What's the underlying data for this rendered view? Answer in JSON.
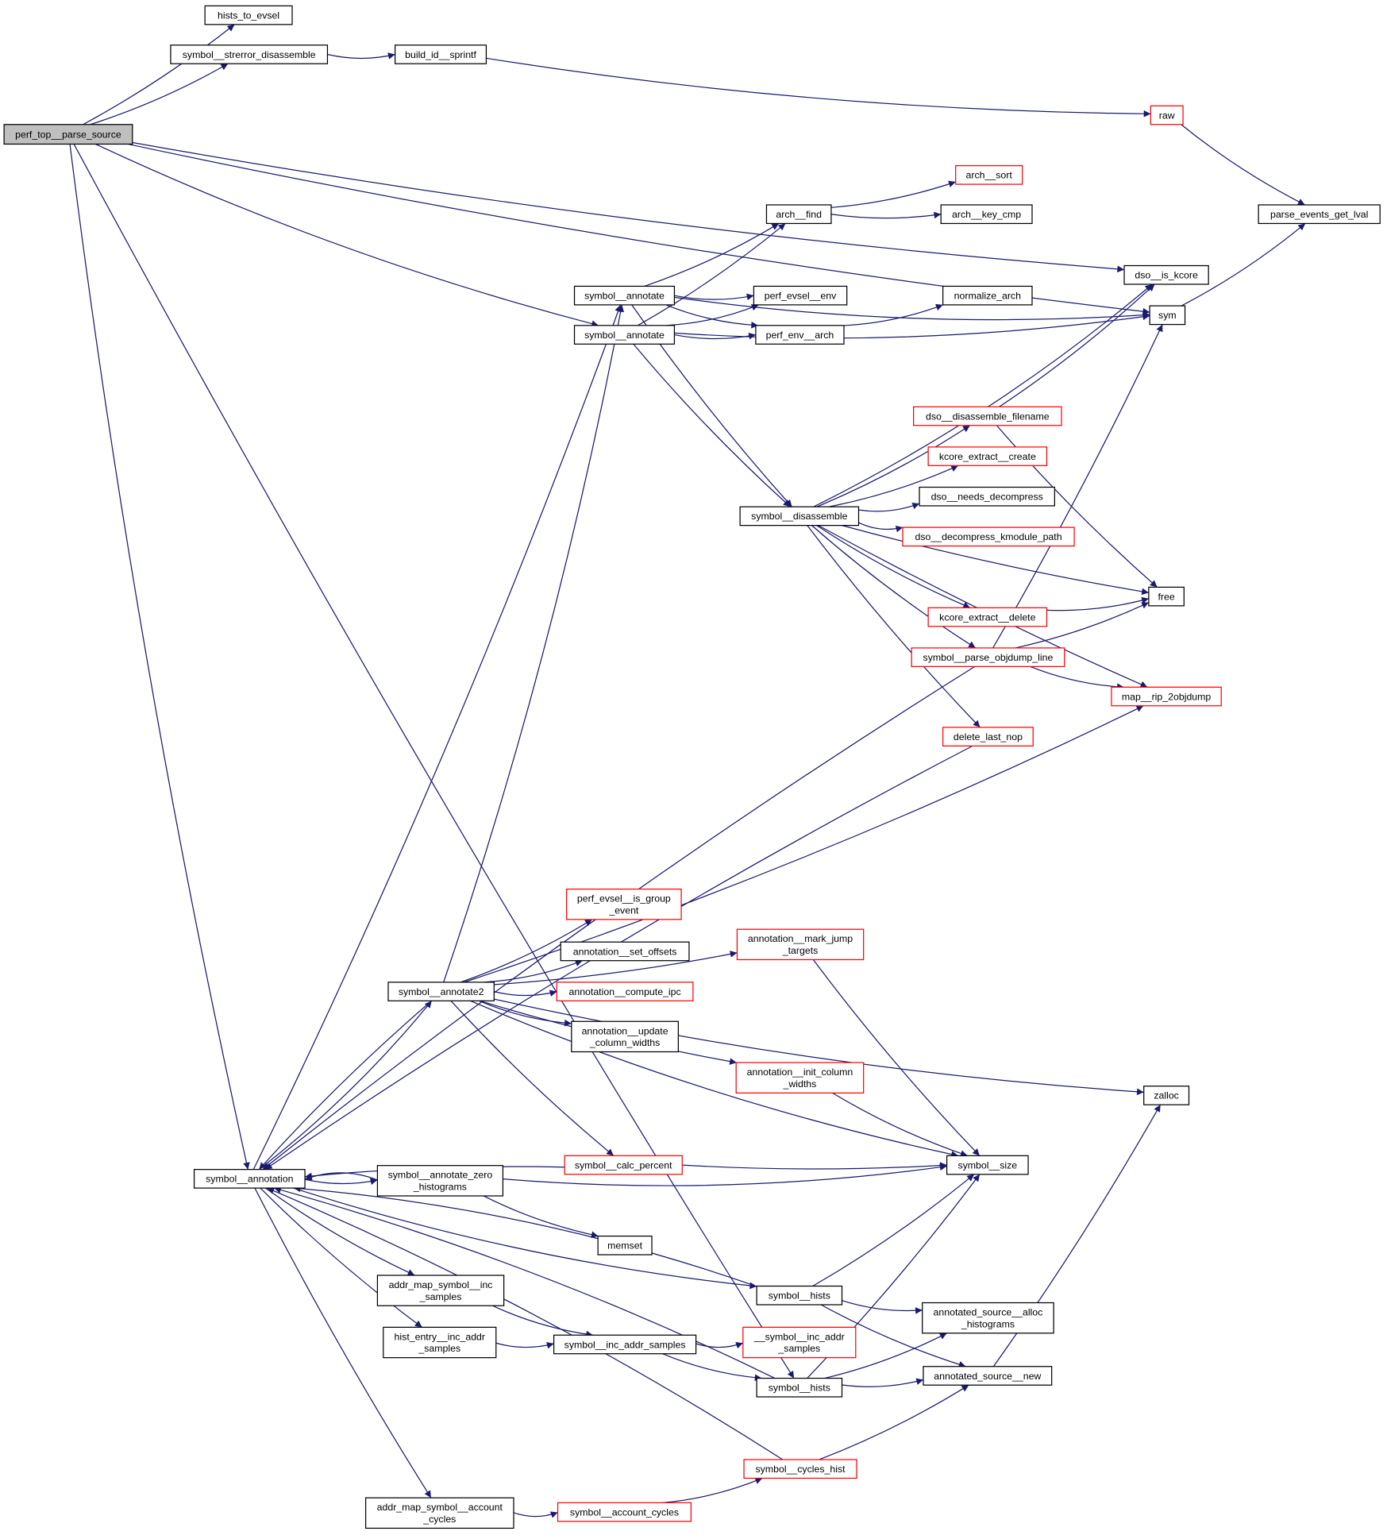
{
  "title": "perf_top__parse_source call graph",
  "colors": {
    "edge": "#191970",
    "node_border": "#000000",
    "node_border_undocumented": "#ff0000",
    "root_fill": "#bfbfbf",
    "node_fill": "#ffffff"
  },
  "nodes": {
    "root": {
      "lines": [
        "perf_top__parse_source"
      ],
      "kind": "root"
    },
    "hists_to_evsel": {
      "lines": [
        "hists_to_evsel"
      ],
      "kind": "normal"
    },
    "strerror_dis": {
      "lines": [
        "symbol__strerror_disassemble"
      ],
      "kind": "normal"
    },
    "build_id": {
      "lines": [
        "build_id__sprintf"
      ],
      "kind": "normal"
    },
    "raw": {
      "lines": [
        "raw"
      ],
      "kind": "red"
    },
    "parse_events": {
      "lines": [
        "parse_events_get_lval"
      ],
      "kind": "normal"
    },
    "arch_sort": {
      "lines": [
        "arch__sort"
      ],
      "kind": "red"
    },
    "arch_find": {
      "lines": [
        "arch__find"
      ],
      "kind": "normal"
    },
    "arch_key_cmp": {
      "lines": [
        "arch__key_cmp"
      ],
      "kind": "normal"
    },
    "dso_is_kcore": {
      "lines": [
        "dso__is_kcore"
      ],
      "kind": "normal"
    },
    "symbol_annotate_a": {
      "lines": [
        "symbol__annotate"
      ],
      "kind": "normal"
    },
    "perf_evsel_env": {
      "lines": [
        "perf_evsel__env"
      ],
      "kind": "normal"
    },
    "normalize_arch": {
      "lines": [
        "normalize_arch"
      ],
      "kind": "normal"
    },
    "sym": {
      "lines": [
        "sym"
      ],
      "kind": "normal"
    },
    "symbol_annotate_b": {
      "lines": [
        "symbol__annotate"
      ],
      "kind": "normal"
    },
    "perf_env_arch": {
      "lines": [
        "perf_env__arch"
      ],
      "kind": "normal"
    },
    "dso_dis_filename": {
      "lines": [
        "dso__disassemble_filename"
      ],
      "kind": "red"
    },
    "kcore_create": {
      "lines": [
        "kcore_extract__create"
      ],
      "kind": "red"
    },
    "symbol_disassemble": {
      "lines": [
        "symbol__disassemble"
      ],
      "kind": "normal"
    },
    "dso_needs_decompress": {
      "lines": [
        "dso__needs_decompress"
      ],
      "kind": "normal"
    },
    "dso_decompress_kmod": {
      "lines": [
        "dso__decompress_kmodule_path"
      ],
      "kind": "red"
    },
    "free": {
      "lines": [
        "free"
      ],
      "kind": "normal"
    },
    "kcore_delete": {
      "lines": [
        "kcore_extract__delete"
      ],
      "kind": "red"
    },
    "parse_objdump": {
      "lines": [
        "symbol__parse_objdump_line"
      ],
      "kind": "red"
    },
    "map_rip": {
      "lines": [
        "map__rip_2objdump"
      ],
      "kind": "red"
    },
    "delete_last_nop": {
      "lines": [
        "delete_last_nop"
      ],
      "kind": "red"
    },
    "is_group_event": {
      "lines": [
        "perf_evsel__is_group",
        "_event"
      ],
      "kind": "red"
    },
    "mark_jump": {
      "lines": [
        "annotation__mark_jump",
        "_targets"
      ],
      "kind": "red"
    },
    "set_offsets": {
      "lines": [
        "annotation__set_offsets"
      ],
      "kind": "normal"
    },
    "symbol_annotate2": {
      "lines": [
        "symbol__annotate2"
      ],
      "kind": "normal"
    },
    "compute_ipc": {
      "lines": [
        "annotation__compute_ipc"
      ],
      "kind": "red"
    },
    "update_col": {
      "lines": [
        "annotation__update",
        "_column_widths"
      ],
      "kind": "normal"
    },
    "init_col": {
      "lines": [
        "annotation__init_column",
        "_widths"
      ],
      "kind": "red"
    },
    "zalloc": {
      "lines": [
        "zalloc"
      ],
      "kind": "normal"
    },
    "calc_percent": {
      "lines": [
        "symbol__calc_percent"
      ],
      "kind": "red"
    },
    "symbol_size": {
      "lines": [
        "symbol__size"
      ],
      "kind": "normal"
    },
    "symbol_annotation": {
      "lines": [
        "symbol__annotation"
      ],
      "kind": "normal"
    },
    "zero_hist": {
      "lines": [
        "symbol__annotate_zero",
        "_histograms"
      ],
      "kind": "normal"
    },
    "memset": {
      "lines": [
        "memset"
      ],
      "kind": "normal"
    },
    "addr_map_inc": {
      "lines": [
        "addr_map_symbol__inc",
        "_samples"
      ],
      "kind": "normal"
    },
    "symbol_hists_a": {
      "lines": [
        "symbol__hists"
      ],
      "kind": "normal"
    },
    "alloc_hist": {
      "lines": [
        "annotated_source__alloc",
        "_histograms"
      ],
      "kind": "normal"
    },
    "hist_entry_inc": {
      "lines": [
        "hist_entry__inc_addr",
        "_samples"
      ],
      "kind": "normal"
    },
    "inc_addr_samples": {
      "lines": [
        "symbol__inc_addr_samples"
      ],
      "kind": "normal"
    },
    "__inc_addr": {
      "lines": [
        "__symbol__inc_addr",
        "_samples"
      ],
      "kind": "red"
    },
    "symbol_hists_b": {
      "lines": [
        "symbol__hists"
      ],
      "kind": "normal"
    },
    "annotated_new": {
      "lines": [
        "annotated_source__new"
      ],
      "kind": "normal"
    },
    "cycles_hist": {
      "lines": [
        "symbol__cycles_hist"
      ],
      "kind": "red"
    },
    "addr_map_account": {
      "lines": [
        "addr_map_symbol__account",
        "_cycles"
      ],
      "kind": "normal"
    },
    "account_cycles": {
      "lines": [
        "symbol__account_cycles"
      ],
      "kind": "red"
    }
  },
  "edges": [
    [
      "root",
      "hists_to_evsel"
    ],
    [
      "root",
      "strerror_dis"
    ],
    [
      "root",
      "dso_is_kcore"
    ],
    [
      "root",
      "sym"
    ],
    [
      "root",
      "symbol_annotate_b"
    ],
    [
      "root",
      "symbol_annotation"
    ],
    [
      "root",
      "symbol_hists_b"
    ],
    [
      "strerror_dis",
      "build_id"
    ],
    [
      "build_id",
      "raw"
    ],
    [
      "raw",
      "parse_events"
    ],
    [
      "sym",
      "parse_events"
    ],
    [
      "arch_find",
      "arch_sort"
    ],
    [
      "arch_find",
      "arch_key_cmp"
    ],
    [
      "symbol_annotate_a",
      "arch_find"
    ],
    [
      "symbol_annotate_a",
      "perf_evsel_env"
    ],
    [
      "symbol_annotate_a",
      "perf_env_arch"
    ],
    [
      "symbol_annotate_a",
      "sym"
    ],
    [
      "symbol_annotate_a",
      "symbol_disassemble"
    ],
    [
      "symbol_annotate_b",
      "arch_find"
    ],
    [
      "symbol_annotate_b",
      "perf_evsel_env"
    ],
    [
      "symbol_annotate_b",
      "perf_env_arch"
    ],
    [
      "symbol_annotate_b",
      "sym"
    ],
    [
      "symbol_annotate_b",
      "symbol_disassemble"
    ],
    [
      "perf_env_arch",
      "normalize_arch"
    ],
    [
      "symbol_disassemble",
      "dso_is_kcore"
    ],
    [
      "symbol_disassemble",
      "dso_dis_filename"
    ],
    [
      "symbol_disassemble",
      "kcore_create"
    ],
    [
      "symbol_disassemble",
      "dso_needs_decompress"
    ],
    [
      "symbol_disassemble",
      "dso_decompress_kmod"
    ],
    [
      "symbol_disassemble",
      "free"
    ],
    [
      "symbol_disassemble",
      "kcore_delete"
    ],
    [
      "symbol_disassemble",
      "parse_objdump"
    ],
    [
      "symbol_disassemble",
      "map_rip"
    ],
    [
      "symbol_disassemble",
      "delete_last_nop"
    ],
    [
      "dso_dis_filename",
      "dso_is_kcore"
    ],
    [
      "dso_dis_filename",
      "free"
    ],
    [
      "kcore_delete",
      "free"
    ],
    [
      "parse_objdump",
      "free"
    ],
    [
      "parse_objdump",
      "map_rip"
    ],
    [
      "parse_objdump",
      "sym"
    ],
    [
      "parse_objdump",
      "symbol_annotation"
    ],
    [
      "delete_last_nop",
      "symbol_annotation"
    ],
    [
      "symbol_annotate2",
      "symbol_annotate_a"
    ],
    [
      "symbol_annotate2",
      "map_rip"
    ],
    [
      "symbol_annotate2",
      "zalloc"
    ],
    [
      "symbol_annotate2",
      "is_group_event"
    ],
    [
      "symbol_annotate2",
      "mark_jump"
    ],
    [
      "symbol_annotate2",
      "set_offsets"
    ],
    [
      "symbol_annotate2",
      "compute_ipc"
    ],
    [
      "symbol_annotate2",
      "update_col"
    ],
    [
      "symbol_annotate2",
      "init_col"
    ],
    [
      "symbol_annotate2",
      "calc_percent"
    ],
    [
      "symbol_annotate2",
      "symbol_size"
    ],
    [
      "symbol_annotate2",
      "symbol_annotation"
    ],
    [
      "symbol_annotation",
      "symbol_annotate_a"
    ],
    [
      "symbol_annotation",
      "symbol_annotate2"
    ],
    [
      "mark_jump",
      "symbol_size"
    ],
    [
      "init_col",
      "symbol_size"
    ],
    [
      "calc_percent",
      "symbol_size"
    ],
    [
      "calc_percent",
      "symbol_annotation"
    ],
    [
      "symbol_annotation",
      "zero_hist"
    ],
    [
      "zero_hist",
      "symbol_annotation"
    ],
    [
      "zero_hist",
      "symbol_size"
    ],
    [
      "zero_hist",
      "memset"
    ],
    [
      "symbol_annotation",
      "addr_map_inc"
    ],
    [
      "symbol_annotation",
      "hist_entry_inc"
    ],
    [
      "symbol_annotation",
      "symbol_hists_a"
    ],
    [
      "symbol_annotation",
      "addr_map_account"
    ],
    [
      "symbol_hists_a",
      "symbol_annotation"
    ],
    [
      "symbol_hists_a",
      "symbol_size"
    ],
    [
      "symbol_hists_a",
      "alloc_hist"
    ],
    [
      "symbol_hists_a",
      "annotated_new"
    ],
    [
      "addr_map_inc",
      "inc_addr_samples"
    ],
    [
      "hist_entry_inc",
      "inc_addr_samples"
    ],
    [
      "inc_addr_samples",
      "__inc_addr"
    ],
    [
      "inc_addr_samples",
      "symbol_hists_b"
    ],
    [
      "symbol_hists_b",
      "symbol_annotation"
    ],
    [
      "symbol_hists_b",
      "symbol_size"
    ],
    [
      "symbol_hists_b",
      "alloc_hist"
    ],
    [
      "symbol_hists_b",
      "annotated_new"
    ],
    [
      "annotated_new",
      "zalloc"
    ],
    [
      "cycles_hist",
      "symbol_annotation"
    ],
    [
      "cycles_hist",
      "annotated_new"
    ],
    [
      "addr_map_account",
      "account_cycles"
    ],
    [
      "account_cycles",
      "cycles_hist"
    ]
  ]
}
